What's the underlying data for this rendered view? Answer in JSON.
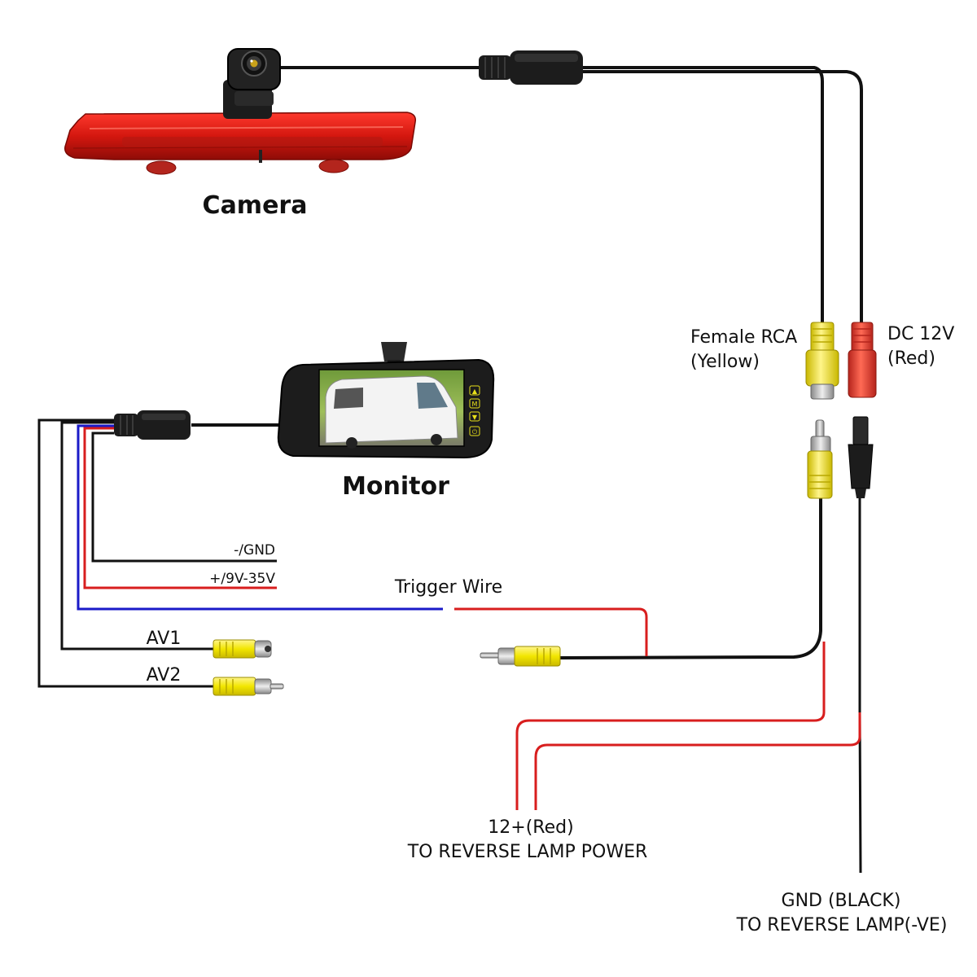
{
  "labels": {
    "camera": "Camera",
    "monitor": "Monitor",
    "female_rca_line1": "Female RCA",
    "female_rca_line2": "(Yellow)",
    "dc12v_line1": "DC 12V",
    "dc12v_line2": "(Red)",
    "gnd_wire": "-/GND",
    "power_wire": "+/9V-35V",
    "trigger_wire": "Trigger Wire",
    "av1": "AV1",
    "av2": "AV2",
    "reverse_power_line1": "12+(Red)",
    "reverse_power_line2": "TO REVERSE LAMP POWER",
    "reverse_gnd_line1": "GND (BLACK)",
    "reverse_gnd_line2": "TO REVERSE LAMP(-VE)"
  },
  "monitor_buttons": [
    "▲",
    "M",
    "▼",
    "⏻"
  ],
  "colors": {
    "wire_black": "#111111",
    "wire_red": "#d81e1e",
    "wire_blue": "#1a1ac8",
    "rca_yellow": "#f2e600",
    "rca_red": "#e8392f",
    "camera_red": "#e0221b",
    "body_black": "#1c1c1c"
  }
}
